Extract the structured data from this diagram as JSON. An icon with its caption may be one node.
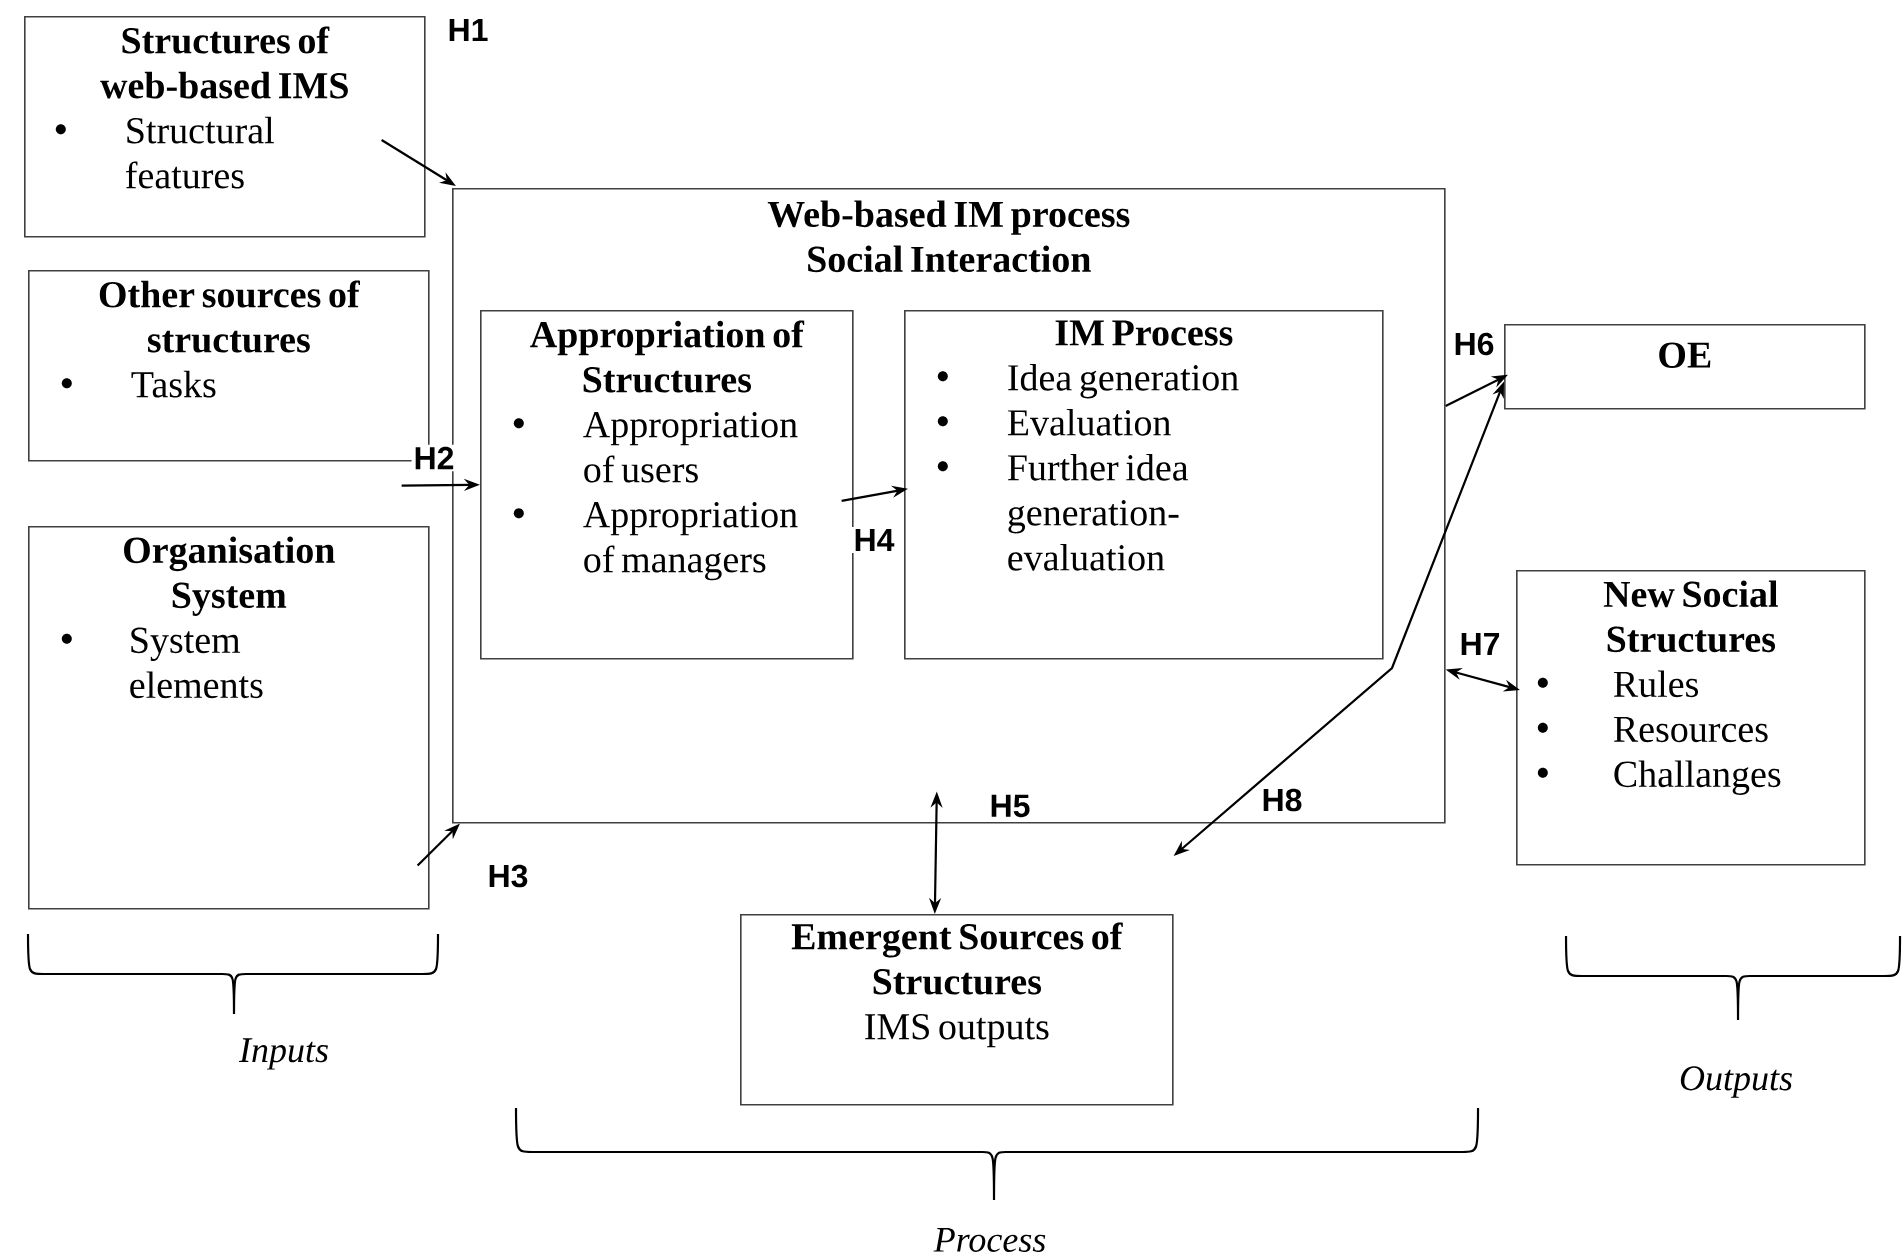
{
  "diagram": {
    "nodes": [
      {
        "text": [
          "Structures of web-based IMS",
          "Structural features"
        ]
      },
      {
        "text": [
          "Other sources of structures",
          "Tasks"
        ]
      },
      {
        "text": [
          "Organisation System",
          "System elements"
        ]
      },
      {
        "text": [
          "Web-based IM process",
          "Social Interaction"
        ]
      },
      {
        "text": [
          "Appropriation of Structures",
          "Appropriation of users",
          "Appropriation of managers"
        ],
        "in": 3
      },
      {
        "text": [
          "IM Process",
          "Idea generation",
          "Evaluation",
          "Further idea generation-evaluation"
        ],
        "in": 3
      },
      {
        "text": [
          "OE"
        ]
      },
      {
        "text": [
          "New Social Structures",
          "Rules",
          "Resources",
          "Challanges"
        ]
      },
      {
        "text": [
          "Emergent Sources of Structures",
          "IMS outputs"
        ]
      }
    ],
    "edges": [
      {
        "from": 0,
        "to": 3,
        "arrow": "to",
        "label": "H1"
      },
      {
        "from": 1,
        "to": 4,
        "arrow": "to",
        "label": "H2"
      },
      {
        "from": 2,
        "to": 3,
        "arrow": "to",
        "label": "H3"
      },
      {
        "from": 4,
        "to": 5,
        "arrow": "to",
        "label": "H4"
      },
      {
        "from": 8,
        "to": 3,
        "arrow": "both",
        "label": "H5"
      },
      {
        "from": 3,
        "to": 6,
        "arrow": "to",
        "label": "H6"
      },
      {
        "from": 3,
        "to": 7,
        "arrow": "both",
        "label": "H7"
      },
      {
        "from": 8,
        "to": 6,
        "arrow": "both",
        "label": "H8"
      }
    ],
    "labels": [
      "Inputs",
      "Outputs",
      "Process"
    ]
  }
}
